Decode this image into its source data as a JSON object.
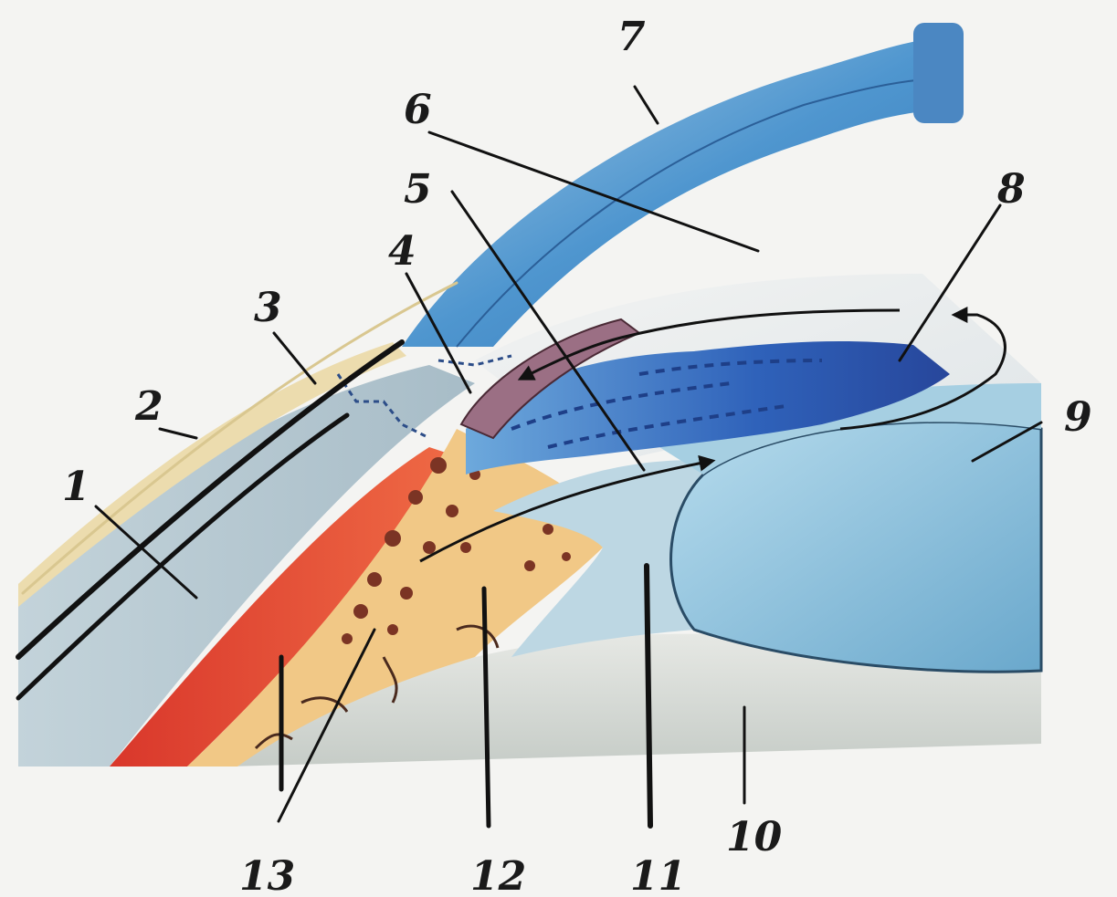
{
  "labels": {
    "l1": "1",
    "l2": "2",
    "l3": "3",
    "l4": "4",
    "l5": "5",
    "l6": "6",
    "l7": "7",
    "l8": "8",
    "l9": "9",
    "l10": "10",
    "l11": "11",
    "l12": "12",
    "l13": "13"
  },
  "colors": {
    "background": "#f4f4f2",
    "cornea": "#3f8ac8",
    "sclera": "#b9c9d1",
    "conjunctiva": "#e9d8a8",
    "ciliary_muscle": "#e0442f",
    "ciliary_body": "#f2c784",
    "iris": "#2d5fb8",
    "lens": "#8fc3dc",
    "vitreous": "#c9cfc9",
    "schlemm_canal": "#9b7084",
    "outline": "#111111"
  }
}
